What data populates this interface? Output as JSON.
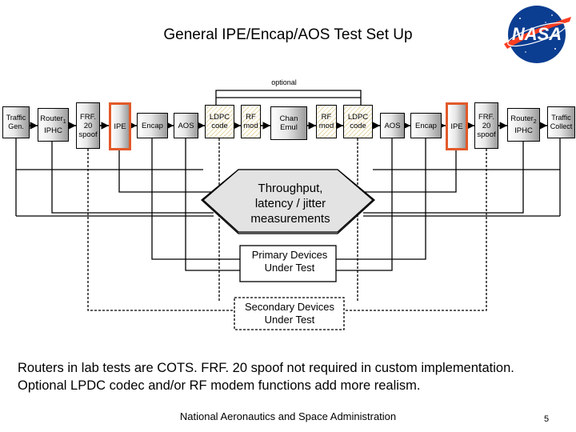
{
  "title": "General IPE/Encap/AOS Test Set Up",
  "optional_label": "optional",
  "blocks": {
    "traffic_gen": "Traffic\nGen.",
    "router1": "Router",
    "router1_sub": "1",
    "router1_line2": "IPHC",
    "frf_left": "FRF.\n20\nspoof",
    "ipe_left": "IPE",
    "encap_left": "Encap",
    "aos_left": "AOS",
    "ldpc_left": "LDPC\ncode",
    "rf_mod_left": "RF\nmod",
    "chan_emul": "Chan\nEmul",
    "rf_mod_right": "RF\nmod",
    "ldpc_right": "LDPC\ncode",
    "aos_right": "AOS",
    "encap_right": "Encap",
    "ipe_right": "IPE",
    "frf_right": "FRF.\n20\nspoof",
    "router2": "Router",
    "router2_sub": "2",
    "router2_line2": "IPHC",
    "traffic_collect": "Traffic\nCollect"
  },
  "measurement_text": "Throughput,\nlatency / jitter\nmeasurements",
  "primary_text": "Primary Devices\nUnder Test",
  "secondary_text": "Secondary Devices\nUnder Test",
  "notes": [
    "Routers in lab tests are COTS.  FRF. 20 spoof not required in custom implementation.",
    "Optional LPDC codec and/or RF modem functions add more realism."
  ],
  "footer": "National Aeronautics and Space Administration",
  "page_number": "5",
  "logo": {
    "text": "NASA",
    "color_blue": "#0b3d91",
    "color_red": "#fc3d21"
  },
  "colors": {
    "highlight": "#e25a2a"
  }
}
